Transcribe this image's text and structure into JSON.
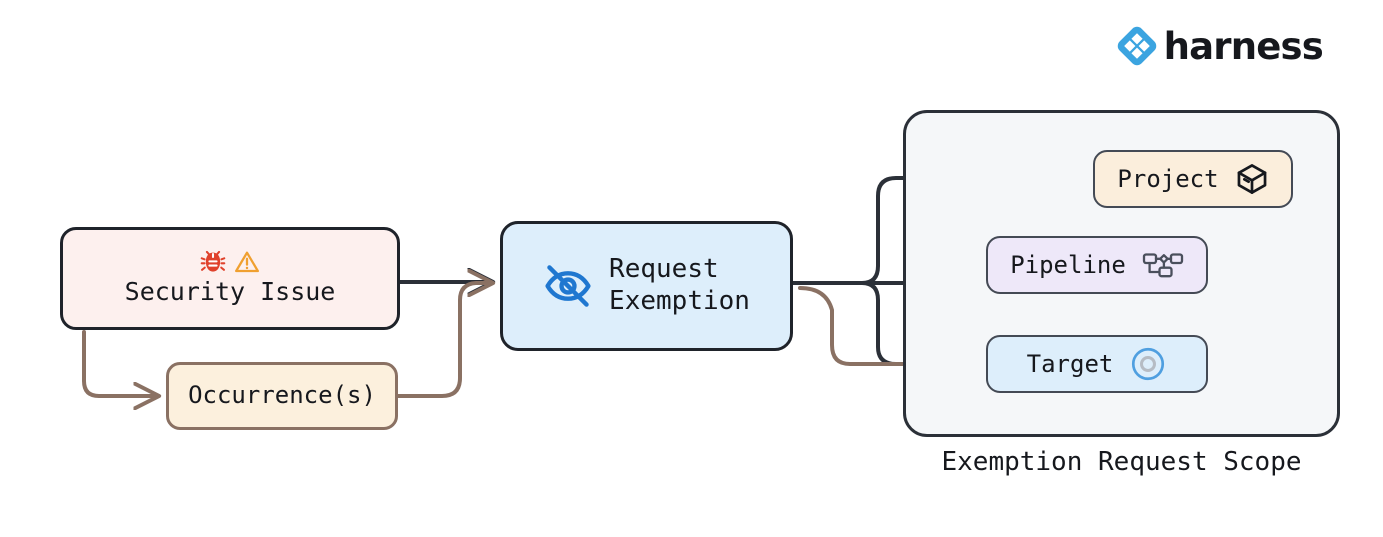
{
  "brand": {
    "name": "harness",
    "logo_icon": "harness-diamond-logo-icon",
    "logo_color": "#3ba4e0",
    "text_color": "#16181d"
  },
  "diagram": {
    "type": "flowchart",
    "title": "Exemption Request Scope",
    "nodes": [
      {
        "id": "security-issue",
        "label": "Security Issue",
        "icons": [
          "bug-icon",
          "warning-triangle-icon"
        ],
        "fill": "#fdf0ee",
        "border": "#1f232a"
      },
      {
        "id": "occurrences",
        "label": "Occurrence(s)",
        "icons": [],
        "fill": "#fcf0dd",
        "border": "#8a7163"
      },
      {
        "id": "request-exemption",
        "label": "Request\nExemption",
        "icons": [
          "eye-off-icon"
        ],
        "fill": "#ddeefb",
        "border": "#1f232a"
      },
      {
        "id": "project",
        "label": "Project",
        "icons": [
          "cube-icon"
        ],
        "fill": "#fbeedc",
        "border": "#444a55"
      },
      {
        "id": "pipeline",
        "label": "Pipeline",
        "icons": [
          "pipeline-nodes-icon"
        ],
        "fill": "#eee8f9",
        "border": "#444a55"
      },
      {
        "id": "target",
        "label": "Target",
        "icons": [
          "target-circles-icon"
        ],
        "fill": "#ddeefb",
        "border": "#444a55"
      }
    ],
    "scope_group": {
      "caption": "Exemption Request Scope",
      "fill": "#f5f7f9",
      "border": "#2b3038",
      "members": [
        "project",
        "pipeline",
        "target"
      ]
    },
    "edges": [
      {
        "from": "security-issue",
        "to": "request-exemption",
        "color": "#2b3038"
      },
      {
        "from": "security-issue",
        "to": "occurrences",
        "color": "#8a7163"
      },
      {
        "from": "occurrences",
        "to": "request-exemption",
        "color": "#8a7163"
      },
      {
        "from": "request-exemption",
        "to": "project",
        "color": "#2b3038"
      },
      {
        "from": "request-exemption",
        "to": "pipeline",
        "color": "#2b3038"
      },
      {
        "from": "request-exemption",
        "to": "target",
        "color": "#2b3038"
      },
      {
        "from": "occurrences",
        "to": "target",
        "color": "#8a7163"
      },
      {
        "from": "project",
        "to": "pipeline",
        "color": "#2b3038"
      },
      {
        "from": "project",
        "to": "target",
        "color": "#2b3038"
      }
    ]
  },
  "colors": {
    "edge_dark": "#2b3038",
    "edge_tan": "#8a7163",
    "accent_blue": "#1f77d0",
    "bug_red": "#e0422c",
    "warning_orange": "#f0a030"
  }
}
